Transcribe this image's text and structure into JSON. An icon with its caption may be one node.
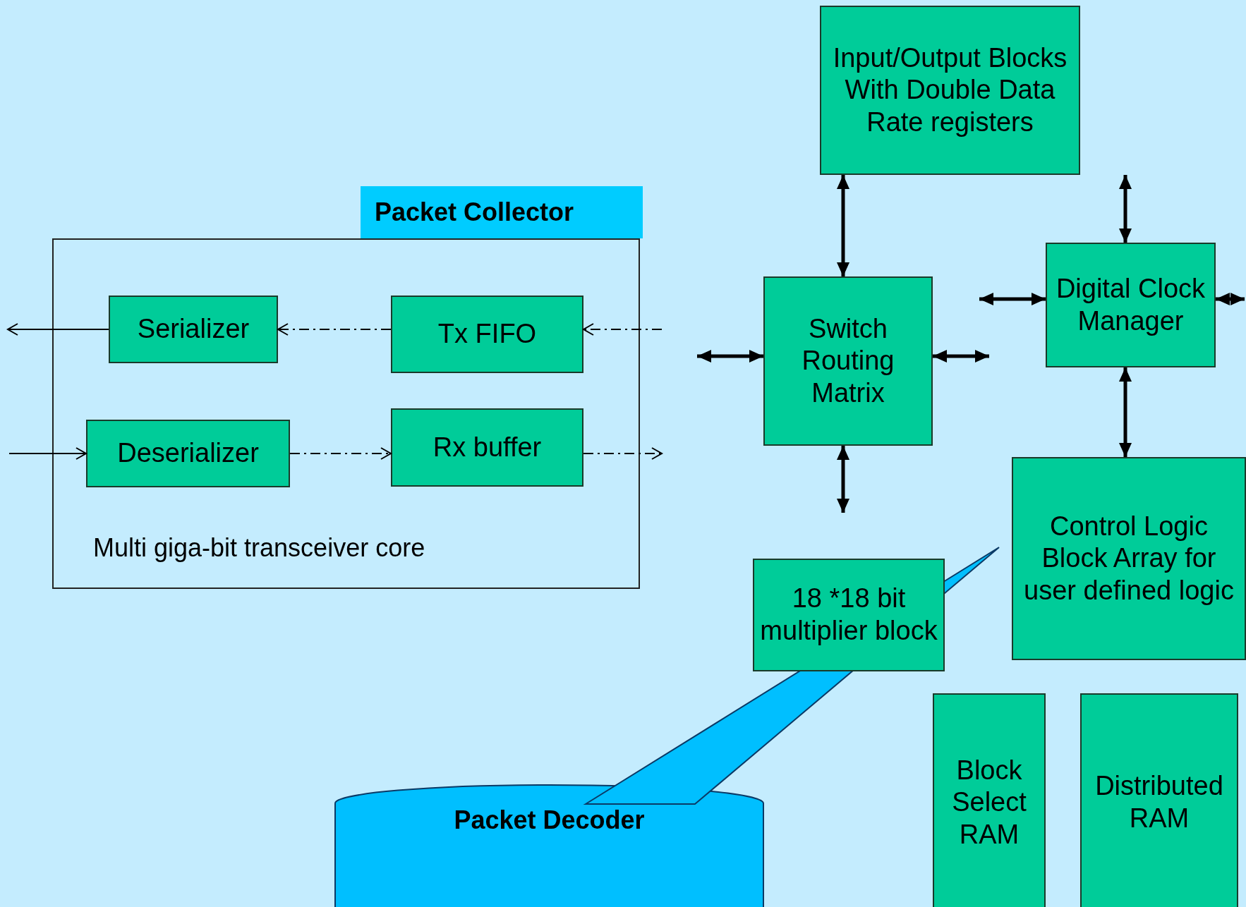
{
  "diagram": {
    "nodes": [
      {
        "text": [
          "Input/Output Blocks With Double Data Rate registers"
        ]
      },
      {
        "text": [
          "Packet Collector"
        ]
      },
      {
        "text": [
          "Multi giga-bit transceiver core"
        ]
      },
      {
        "text": [
          "Serializer"
        ],
        "in": 2
      },
      {
        "text": [
          "Tx FIFO"
        ],
        "in": 2
      },
      {
        "text": [
          "Deserializer"
        ],
        "in": 2
      },
      {
        "text": [
          "Rx buffer"
        ],
        "in": 2
      },
      {
        "text": [
          "Switch Routing Matrix"
        ]
      },
      {
        "text": [
          "Digital Clock Manager"
        ]
      },
      {
        "text": [
          "Control Logic Block Array for user defined logic"
        ]
      },
      {
        "text": [
          "18 *18 bit multiplier block"
        ]
      },
      {
        "text": [
          "Block Select RAM"
        ]
      },
      {
        "text": [
          "Distributed RAM"
        ]
      },
      {
        "text": [
          "Packet Decoder"
        ]
      }
    ],
    "edges": [
      {
        "from": null,
        "to": 4,
        "arrow": "to",
        "style": "dashed"
      },
      {
        "from": 4,
        "to": 3,
        "arrow": "to",
        "style": "dashed"
      },
      {
        "from": 3,
        "to": null,
        "arrow": "to"
      },
      {
        "from": null,
        "to": 5,
        "arrow": "to"
      },
      {
        "from": 5,
        "to": 6,
        "arrow": "to",
        "style": "dashed"
      },
      {
        "from": 6,
        "to": null,
        "arrow": "to",
        "style": "dashed"
      },
      {
        "from": 7,
        "to": 0,
        "arrow": "both"
      },
      {
        "from": 7,
        "to": null,
        "arrow": "both"
      },
      {
        "from": 7,
        "to": null,
        "arrow": "both"
      },
      {
        "from": 7,
        "to": null,
        "arrow": "both"
      },
      {
        "from": 0,
        "to": 8,
        "arrow": "both"
      },
      {
        "from": 8,
        "to": null,
        "arrow": "both"
      },
      {
        "from": 8,
        "to": null,
        "arrow": "both"
      },
      {
        "from": 8,
        "to": 9,
        "arrow": "both"
      }
    ]
  }
}
